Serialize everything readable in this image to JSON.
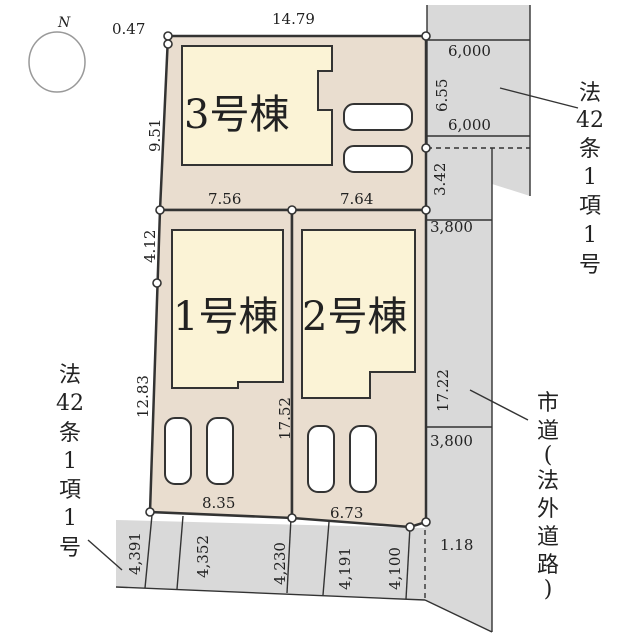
{
  "compass": {
    "north_label": "N"
  },
  "lots": [
    {
      "label": "3号棟"
    },
    {
      "label": "1号棟"
    },
    {
      "label": "2号棟"
    }
  ],
  "boundary_dimensions": {
    "top_corner": "0.47",
    "top": "14.79",
    "lot3_left": "9.51",
    "lot3_right_upper": "6.55",
    "lot3_right_lower": "3.42",
    "divider_left": "7.56",
    "divider_right": "7.64",
    "lot1_left_upper": "4.12",
    "lot1_left_lower": "12.83",
    "middle_divider": "17.52",
    "lot2_right": "17.22",
    "lot1_bottom": "8.35",
    "lot2_bottom": "6.73",
    "bottom_corner": "1.18"
  },
  "road_widths": {
    "east_top": "6,000",
    "east_middle": "6,000",
    "east_lower1": "3,800",
    "east_lower2": "3,800",
    "south": [
      "4,391",
      "4,352",
      "4,230",
      "4,191",
      "4,100"
    ]
  },
  "road_labels": {
    "east_road": [
      "法",
      "42",
      "条",
      "1",
      "項",
      "1",
      "号"
    ],
    "south_road": [
      "法",
      "42",
      "条",
      "1",
      "項",
      "1",
      "号"
    ],
    "city_road": [
      "市",
      "道",
      "(",
      "法",
      "外",
      "道",
      "路",
      ")"
    ]
  }
}
